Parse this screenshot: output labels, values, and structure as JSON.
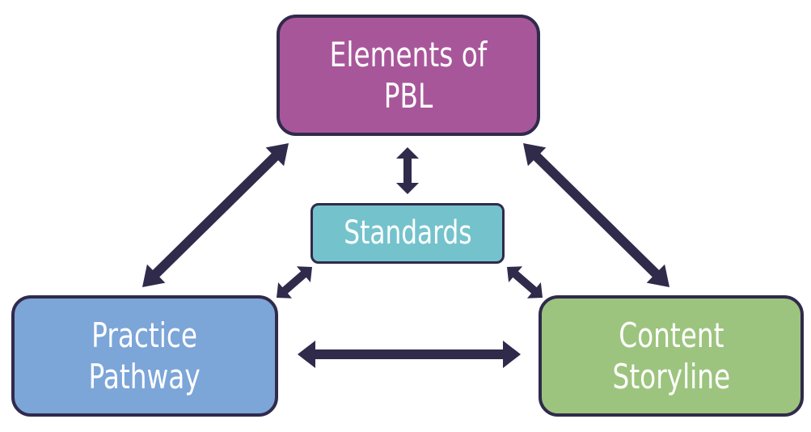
{
  "diagram": {
    "nodes": {
      "pbl": {
        "label": "Elements of PBL",
        "color": "#a8569a"
      },
      "standards": {
        "label": "Standards",
        "color": "#74c3cc"
      },
      "practice": {
        "label": "Practice\nPathway",
        "color": "#7ca5d8"
      },
      "content": {
        "label": "Content\nStoryline",
        "color": "#9dc47e"
      }
    },
    "connector_color": "#302a4b",
    "connections": [
      [
        "pbl",
        "practice"
      ],
      [
        "pbl",
        "content"
      ],
      [
        "pbl",
        "standards"
      ],
      [
        "standards",
        "practice"
      ],
      [
        "standards",
        "content"
      ],
      [
        "practice",
        "content"
      ]
    ]
  }
}
